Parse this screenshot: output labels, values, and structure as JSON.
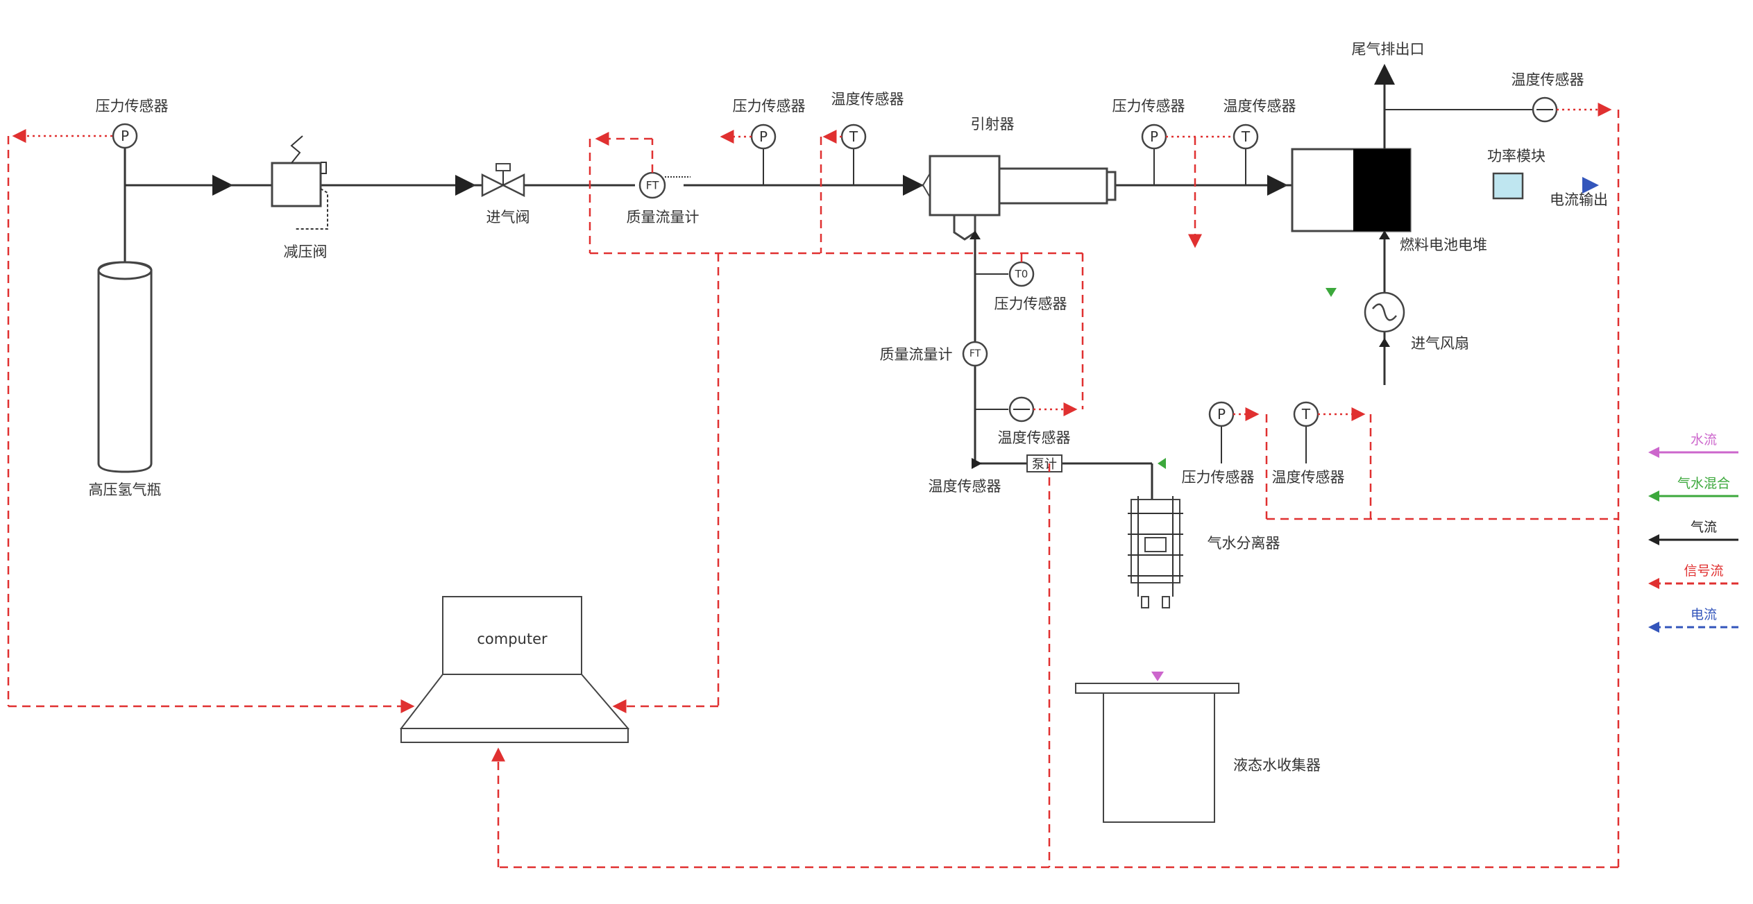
{
  "colors": {
    "signal": "#e03030",
    "gas_water": "#3ca83c",
    "liquid_water": "#cc66cc",
    "gas": "#222222",
    "electric": "#3355bb",
    "module_fill": "#bfe6f0",
    "stack_fill": "#000000"
  },
  "labels": {
    "pressure_sensor_tank": "压力传感器",
    "tank": "高压氢气瓶",
    "reducer": "减压阀",
    "inlet_valve": "进气阀",
    "mass_flow_meter": "质量流量计",
    "pressure_sensor_1": "压力传感器",
    "temp_sensor_1": "温度传感器",
    "ejector": "引射器",
    "pressure_sensor_ejector": "压力传感器",
    "mass_flow_meter_2": "质量流量计",
    "temp_sensor_return": "温度传感器",
    "temp_sensor_return_2": "温度传感器",
    "pressure_sensor_2": "压力传感器",
    "temp_sensor_2": "温度传感器",
    "exhaust_outlet": "尾气排出口",
    "temp_sensor_top": "温度传感器",
    "power_module": "功率模块",
    "current_output": "电流输出",
    "stack": "燃料电池电堆",
    "inlet_fan": "进气风扇",
    "pressure_sensor_3": "压力传感器",
    "temp_sensor_3": "温度传感器",
    "separator": "气水分离器",
    "collector": "液态水收集器",
    "computer": "computer",
    "pump": "泵计"
  },
  "sensor_symbols": {
    "pressure": "P",
    "temperature": "T",
    "flow": "FT",
    "temperature_alt": "T0"
  },
  "legend": [
    {
      "label": "水流",
      "color": "#cc66cc",
      "dash": "solid"
    },
    {
      "label": "气水混合",
      "color": "#3ca83c",
      "dash": "solid"
    },
    {
      "label": "气流",
      "color": "#222222",
      "dash": "solid"
    },
    {
      "label": "信号流",
      "color": "#e03030",
      "dash": "dashed"
    },
    {
      "label": "电流",
      "color": "#3355bb",
      "dash": "dashed"
    }
  ]
}
